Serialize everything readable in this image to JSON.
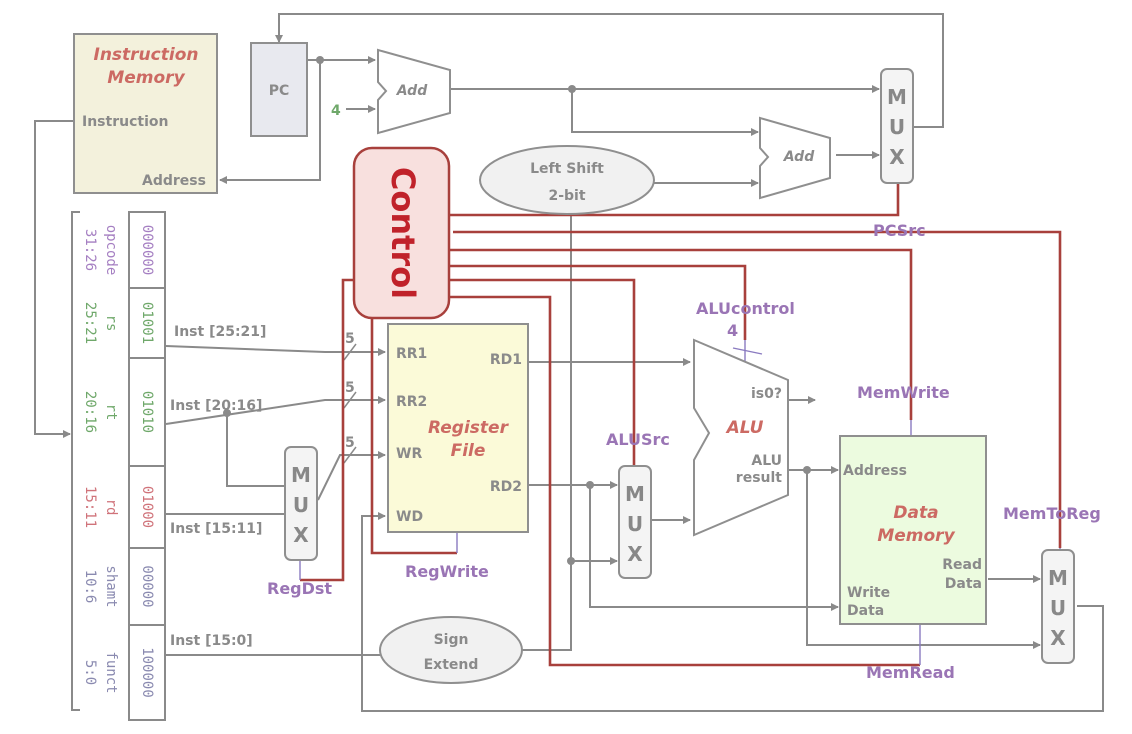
{
  "colors": {
    "wire": "#8a8a8a",
    "control_wire": "#a8403c",
    "signal_label": "#9a75b5",
    "block_title": "#cc6a63",
    "control_text": "#c0222a",
    "instruction_memory_fill": "#f3f1dc",
    "register_file_fill": "#fbfad8",
    "data_memory_fill": "#ecfbdf",
    "control_fill": "#f8e0de",
    "pc_fill": "#e8e9ef"
  },
  "instruction_memory": {
    "title_line1": "Instruction",
    "title_line2": "Memory",
    "port_instruction": "Instruction",
    "port_address": "Address"
  },
  "pc": {
    "label": "PC"
  },
  "const_four": "4",
  "adder1": {
    "label": "Add"
  },
  "adder2": {
    "label": "Add"
  },
  "pc_mux": {
    "letters": [
      "M",
      "U",
      "X"
    ]
  },
  "shift": {
    "line1": "Left Shift",
    "line2": "2-bit"
  },
  "control": {
    "label": "Control"
  },
  "instruction_fields": [
    {
      "name": "opcode",
      "bits": "31:26",
      "value": "000000",
      "color": "#a57fc2"
    },
    {
      "name": "rs",
      "bits": "25:21",
      "value": "01001",
      "color": "#6fa86a"
    },
    {
      "name": "rt",
      "bits": "20:16",
      "value": "01010",
      "color": "#6fa86a"
    },
    {
      "name": "rd",
      "bits": "15:11",
      "value": "01000",
      "color": "#d0737a"
    },
    {
      "name": "shamt",
      "bits": "10:6",
      "value": "00000",
      "color": "#8a8ab0"
    },
    {
      "name": "funct",
      "bits": "5:0",
      "value": "100000",
      "color": "#8a8ab0"
    }
  ],
  "inst_labels": {
    "rs": "Inst [25:21]",
    "rt": "Inst [20:16]",
    "rd": "Inst [15:11]",
    "imm": "Inst [15:0]"
  },
  "bus_width": "5",
  "register_file": {
    "title_line1": "Register",
    "title_line2": "File",
    "rr1": "RR1",
    "rr2": "RR2",
    "wr": "WR",
    "wd": "WD",
    "rd1": "RD1",
    "rd2": "RD2"
  },
  "regdst_mux": {
    "letters": [
      "M",
      "U",
      "X"
    ]
  },
  "alusrc_mux": {
    "letters": [
      "M",
      "U",
      "X"
    ]
  },
  "memtoreg_mux": {
    "letters": [
      "M",
      "U",
      "X"
    ]
  },
  "sign_extend": {
    "line1": "Sign",
    "line2": "Extend"
  },
  "alu": {
    "label": "ALU",
    "is0": "is0?",
    "result_line1": "ALU",
    "result_line2": "result",
    "control_width": "4"
  },
  "data_memory": {
    "title_line1": "Data",
    "title_line2": "Memory",
    "address": "Address",
    "write_line1": "Write",
    "write_line2": "Data",
    "read_line1": "Read",
    "read_line2": "Data"
  },
  "signals": {
    "pcsrc": "PCSrc",
    "alucontrol": "ALUcontrol",
    "memwrite": "MemWrite",
    "alusrc": "ALUSrc",
    "memtoreg": "MemToReg",
    "regdst": "RegDst",
    "regwrite": "RegWrite",
    "memread": "MemRead"
  }
}
